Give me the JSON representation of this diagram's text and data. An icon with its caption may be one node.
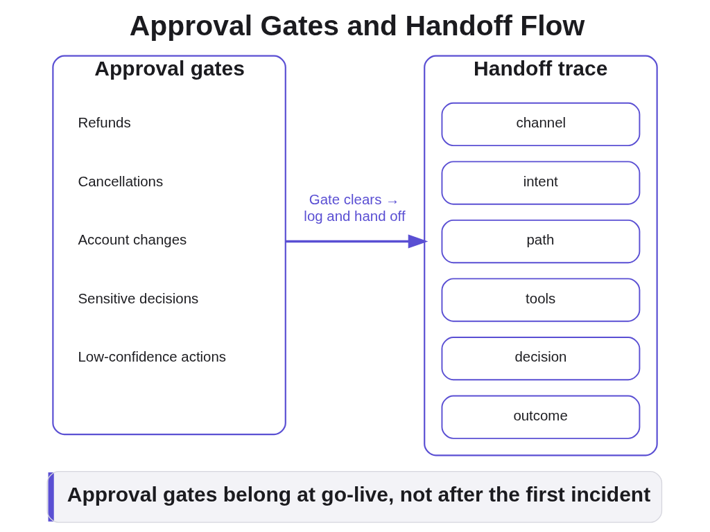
{
  "diagram": {
    "title": "Approval Gates and Handoff Flow",
    "nodes": [
      {
        "text": [
          "Approval gates"
        ]
      },
      {
        "text": [
          "Handoff trace"
        ]
      },
      {
        "text": [
          "channel"
        ],
        "in": 1
      },
      {
        "text": [
          "intent"
        ],
        "in": 1
      },
      {
        "text": [
          "path"
        ],
        "in": 1
      },
      {
        "text": [
          "tools"
        ],
        "in": 1
      },
      {
        "text": [
          "decision"
        ],
        "in": 1
      },
      {
        "text": [
          "outcome"
        ],
        "in": 1
      },
      {
        "text": [
          "Approval gates belong at go-live, not after the first incident"
        ]
      }
    ],
    "edges": [
      {
        "from": 0,
        "to": 1,
        "arrow": "to",
        "label": "Gate clears → log and hand off"
      }
    ],
    "labels": [
      "Refunds",
      "Cancellations",
      "Account changes",
      "Sensitive decisions",
      "Low-confidence actions"
    ]
  }
}
